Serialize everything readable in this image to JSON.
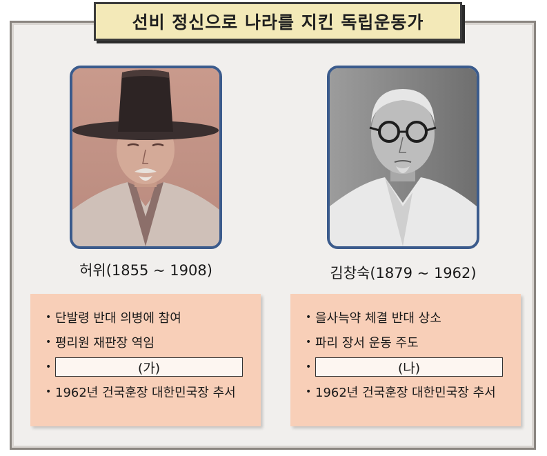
{
  "title": "선비 정신으로 나라를 지킨 독립운동가",
  "left": {
    "caption": "허위(1855 ~ 1908)",
    "items": [
      "단발령 반대 의병에 참여",
      "평리원 재판장 역임"
    ],
    "blank_label": "(가)",
    "last_item": "1962년 건국훈장 대한민국장 추서"
  },
  "right": {
    "caption": "김창숙(1879 ~ 1962)",
    "items": [
      "을사늑약 체결 반대 상소",
      "파리 장서 운동 주도"
    ],
    "blank_label": "(나)",
    "last_item": "1962년 건국훈장 대한민국장 추서"
  },
  "bullet": "•"
}
